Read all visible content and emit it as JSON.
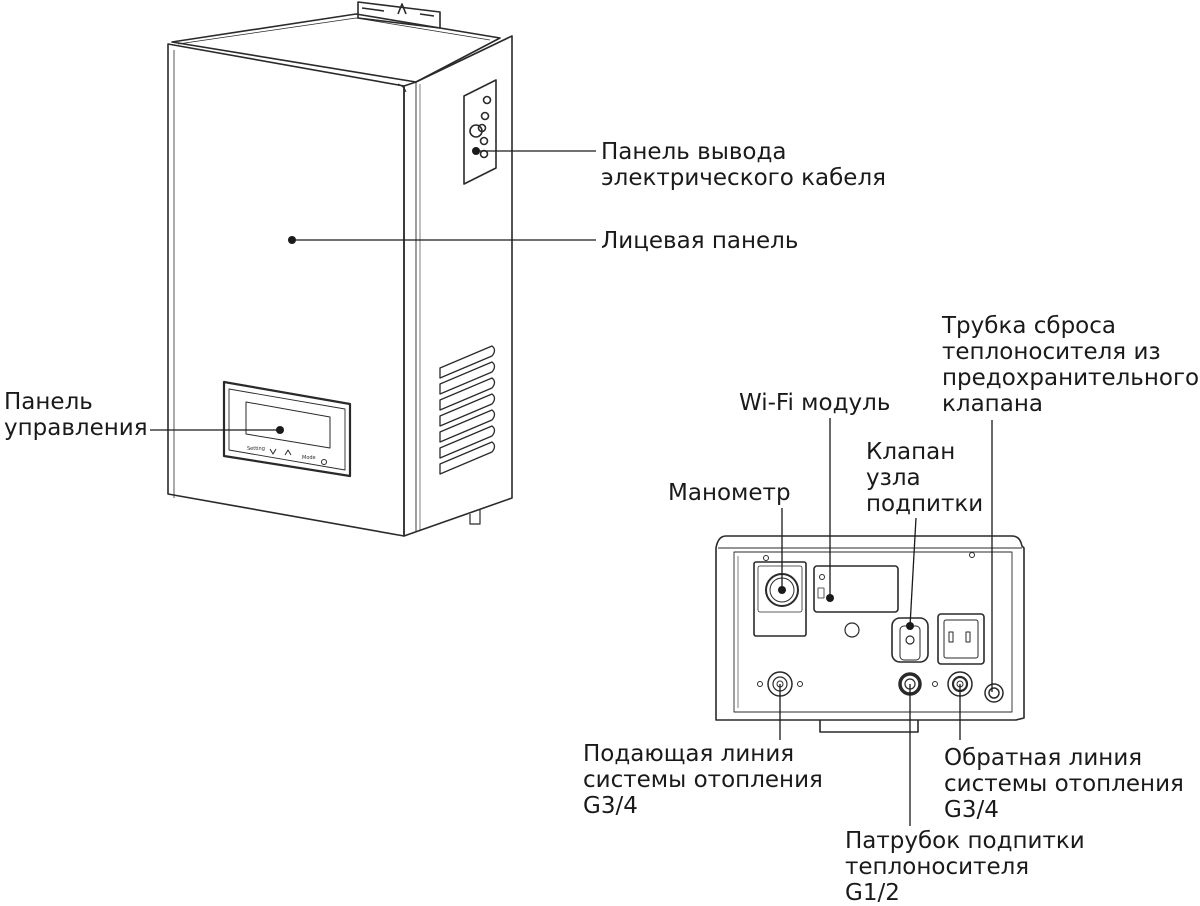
{
  "labels": {
    "cable_panel": [
      "Панель вывода",
      "электрического кабеля"
    ],
    "front_panel": [
      "Лицевая панель"
    ],
    "control_panel": [
      "Панель",
      "управления"
    ],
    "relief_pipe": [
      "Трубка сброса",
      "теплоносителя из",
      "предохранительного",
      "клапана"
    ],
    "wifi_module": [
      "Wi-Fi модуль"
    ],
    "makeup_valve": [
      "Клапан",
      "узла",
      "подпитки"
    ],
    "manometer": [
      "Манометр"
    ],
    "supply_line": [
      "Подающая линия",
      "системы отопления",
      "G3/4"
    ],
    "return_line": [
      "Обратная линия",
      "системы отопления",
      "G3/4"
    ],
    "makeup_pipe": [
      "Патрубок подпитки",
      "теплоносителя",
      "G1/2"
    ]
  },
  "control_buttons": [
    "Setting",
    "Mode"
  ],
  "colors": {
    "line": "#1a1a1a",
    "stroke": "#2a2a2a",
    "background": "#ffffff"
  }
}
